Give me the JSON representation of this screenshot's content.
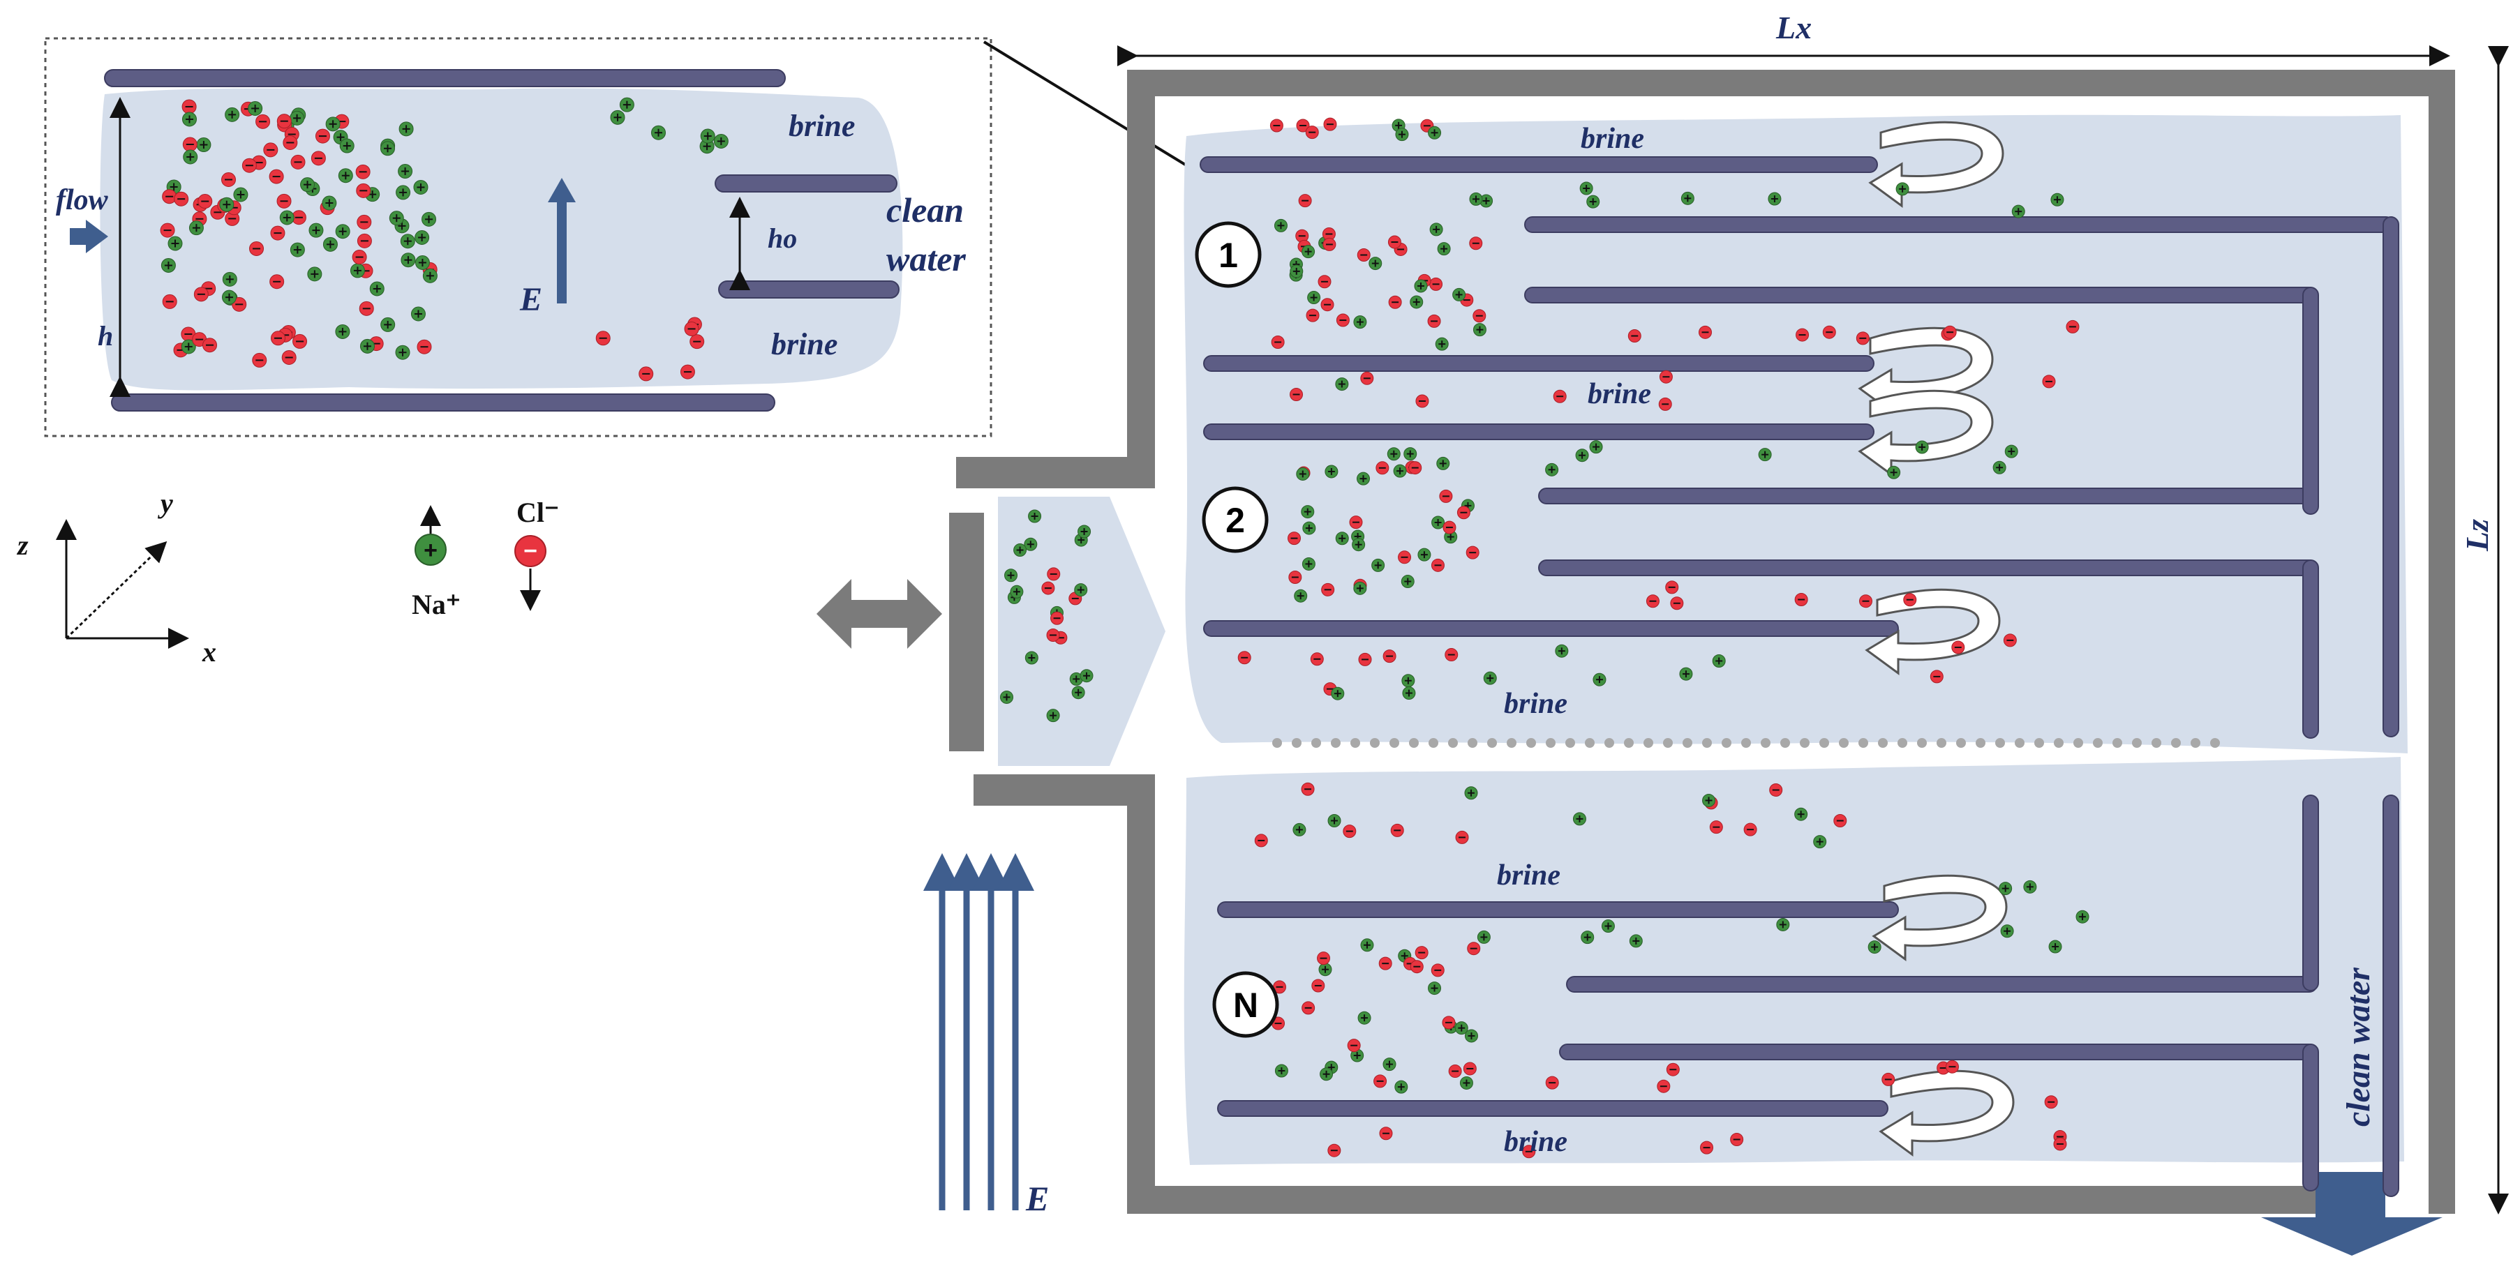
{
  "labels": {
    "Lx": "Lx",
    "Lz": "Lz",
    "brine": "brine",
    "clean": "clean",
    "water": "water",
    "clean_water": "clean water",
    "flow": "flow",
    "h": "h",
    "h0": "ho",
    "E": "E",
    "axis_x": "x",
    "axis_y": "y",
    "axis_z": "z",
    "na_label": "Na⁺",
    "cl_label": "Cl⁻",
    "stage_1": "1",
    "stage_2": "2",
    "stage_N": "N"
  },
  "ions": {
    "na": {
      "name": "Na+",
      "color": "#3f8f3f",
      "symbol": "+"
    },
    "cl": {
      "name": "Cl-",
      "color": "#e8343f",
      "symbol": "−"
    }
  },
  "colors": {
    "fluid": "#d5deeb",
    "plate": "#5d5d85",
    "plate_edge": "#3c3c60",
    "wall": "#7b7b7b",
    "arrow_dark": "#3f5e8e",
    "text": "#1f2f66"
  },
  "icons": [
    "double-arrow-icon",
    "curved-flow-arrow-icon",
    "outlet-arrow-icon",
    "electric-field-icon"
  ]
}
